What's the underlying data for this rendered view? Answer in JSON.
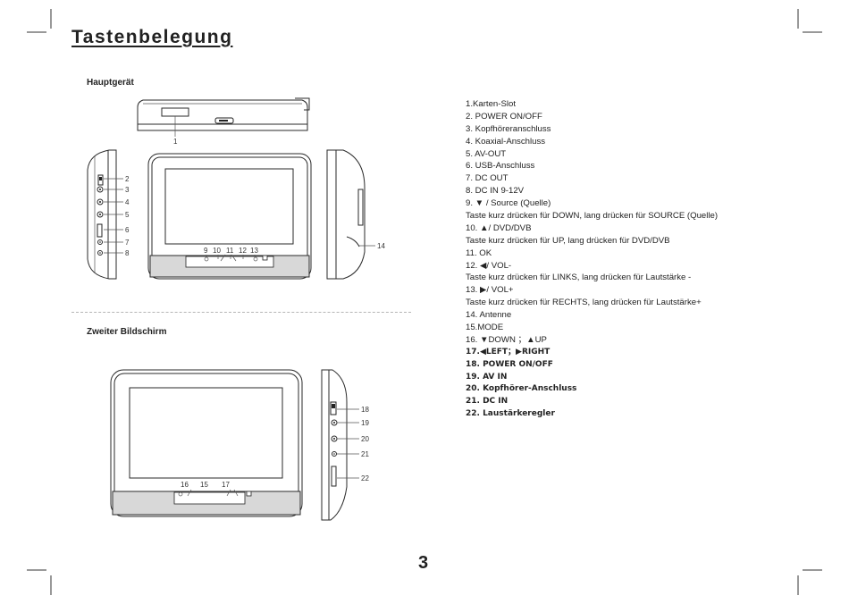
{
  "page": {
    "title": "Tastenbelegung",
    "page_number": "3"
  },
  "sections": {
    "main_unit": "Hauptgerät",
    "second_screen": "Zweiter Bildschirm"
  },
  "legend": [
    {
      "text": "1.Karten-Slot",
      "bold": false
    },
    {
      "text": "2. POWER ON/OFF",
      "bold": false
    },
    {
      "text": "3. Kopfhöreranschluss",
      "bold": false
    },
    {
      "text": "4. Koaxial-Anschluss",
      "bold": false
    },
    {
      "text": "5. AV-OUT",
      "bold": false
    },
    {
      "text": "6. USB-Anschluss",
      "bold": false
    },
    {
      "text": "7. DC OUT",
      "bold": false
    },
    {
      "text": "8. DC IN 9-12V",
      "bold": false
    },
    {
      "text": "9. ▼ / Source (Quelle)",
      "bold": false
    },
    {
      "text": "Taste kurz drücken für DOWN, lang drücken für SOURCE (Quelle)",
      "bold": false
    },
    {
      "text": "10. ▲/ DVD/DVB",
      "bold": false
    },
    {
      "text": "Taste kurz drücken für UP, lang drücken für DVD/DVB",
      "bold": false
    },
    {
      "text": "11. OK",
      "bold": false
    },
    {
      "text": "12. ◀/ VOL-",
      "bold": false
    },
    {
      "text": "Taste kurz drücken für LINKS, lang drücken für Lautstärke -",
      "bold": false
    },
    {
      "text": "13. ▶/ VOL+",
      "bold": false
    },
    {
      "text": "Taste kurz drücken für RECHTS, lang drücken für Lautstärke+",
      "bold": false
    },
    {
      "text": "14. Antenne",
      "bold": false
    },
    {
      "text": "15.MODE",
      "bold": false
    },
    {
      "text": "16. ▼DOWN ；▲UP",
      "bold": false
    },
    {
      "text": "17.◀LEFT；▶RIGHT",
      "bold": true
    },
    {
      "text": "18. POWER ON/OFF",
      "bold": true
    },
    {
      "text": "19. AV IN",
      "bold": true
    },
    {
      "text": "20. Kopfhörer-Anschluss",
      "bold": true
    },
    {
      "text": "21. DC IN",
      "bold": true
    },
    {
      "text": "22. Laustärkeregler",
      "bold": true
    }
  ],
  "callouts": {
    "n1": "1",
    "n2": "2",
    "n3": "3",
    "n4": "4",
    "n5": "5",
    "n6": "6",
    "n7": "7",
    "n8": "8",
    "n9": "9",
    "n10": "10",
    "n11": "11",
    "n12": "12",
    "n13": "13",
    "n14": "14",
    "n15": "15",
    "n16": "16",
    "n17": "17",
    "n18": "18",
    "n19": "19",
    "n20": "20",
    "n21": "21",
    "n22": "22"
  }
}
